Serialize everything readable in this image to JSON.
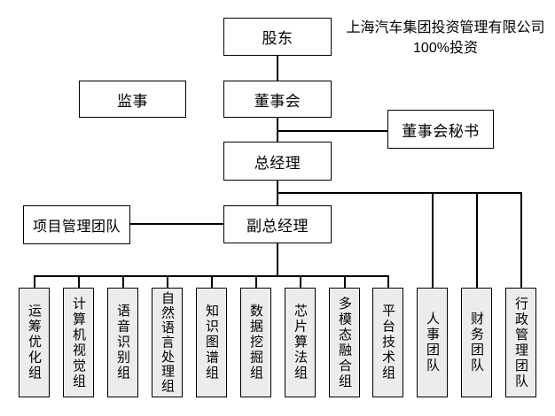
{
  "annotation": {
    "line1": "上海汽车集团投资管理有限公司",
    "line2": "100%投资"
  },
  "nodes": {
    "shareholder": "股东",
    "supervisor": "监事",
    "board": "董事会",
    "board_secretary": "董事会秘书",
    "general_manager": "总经理",
    "project_management_team": "项目管理团队",
    "deputy_general_manager": "副总经理"
  },
  "groups": [
    {
      "label": "运筹优化组"
    },
    {
      "label": "计算机视觉组"
    },
    {
      "label": "语音识别组"
    },
    {
      "label": "自然语言处理组"
    },
    {
      "label": "知识图谱组"
    },
    {
      "label": "数据挖掘组"
    },
    {
      "label": "芯片算法组"
    },
    {
      "label": "多模态融合组"
    },
    {
      "label": "平台技术组"
    }
  ],
  "teams": [
    {
      "label": "人事团队"
    },
    {
      "label": "财务团队"
    },
    {
      "label": "行政管理团队"
    }
  ],
  "colors": {
    "line": "#000000",
    "border": "#000000",
    "text": "#000000",
    "leaf_fill": "#ececec",
    "node_fill": "#ffffff",
    "background": "#ffffff"
  }
}
